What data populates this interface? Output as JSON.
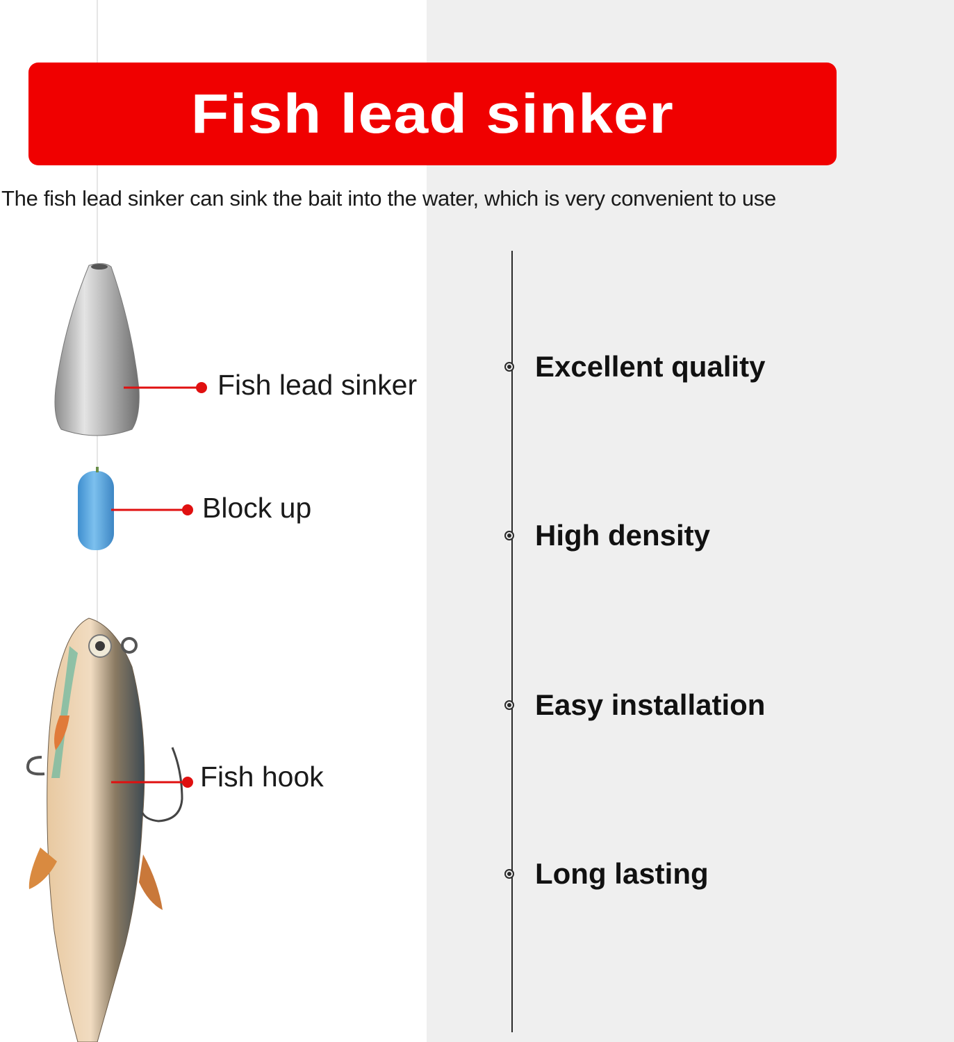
{
  "title": "Fish lead sinker",
  "subtitle": "The fish lead sinker can sink the bait into the water, which is very convenient to use",
  "callouts": [
    {
      "label": "Fish lead sinker"
    },
    {
      "label": "Block up"
    },
    {
      "label": "Fish hook"
    }
  ],
  "features": [
    {
      "label": "Excellent quality"
    },
    {
      "label": "High density"
    },
    {
      "label": "Easy installation"
    },
    {
      "label": "Long lasting"
    }
  ],
  "colors": {
    "accent": "#f00000",
    "callout": "#e01010",
    "panel": "#efefef"
  }
}
